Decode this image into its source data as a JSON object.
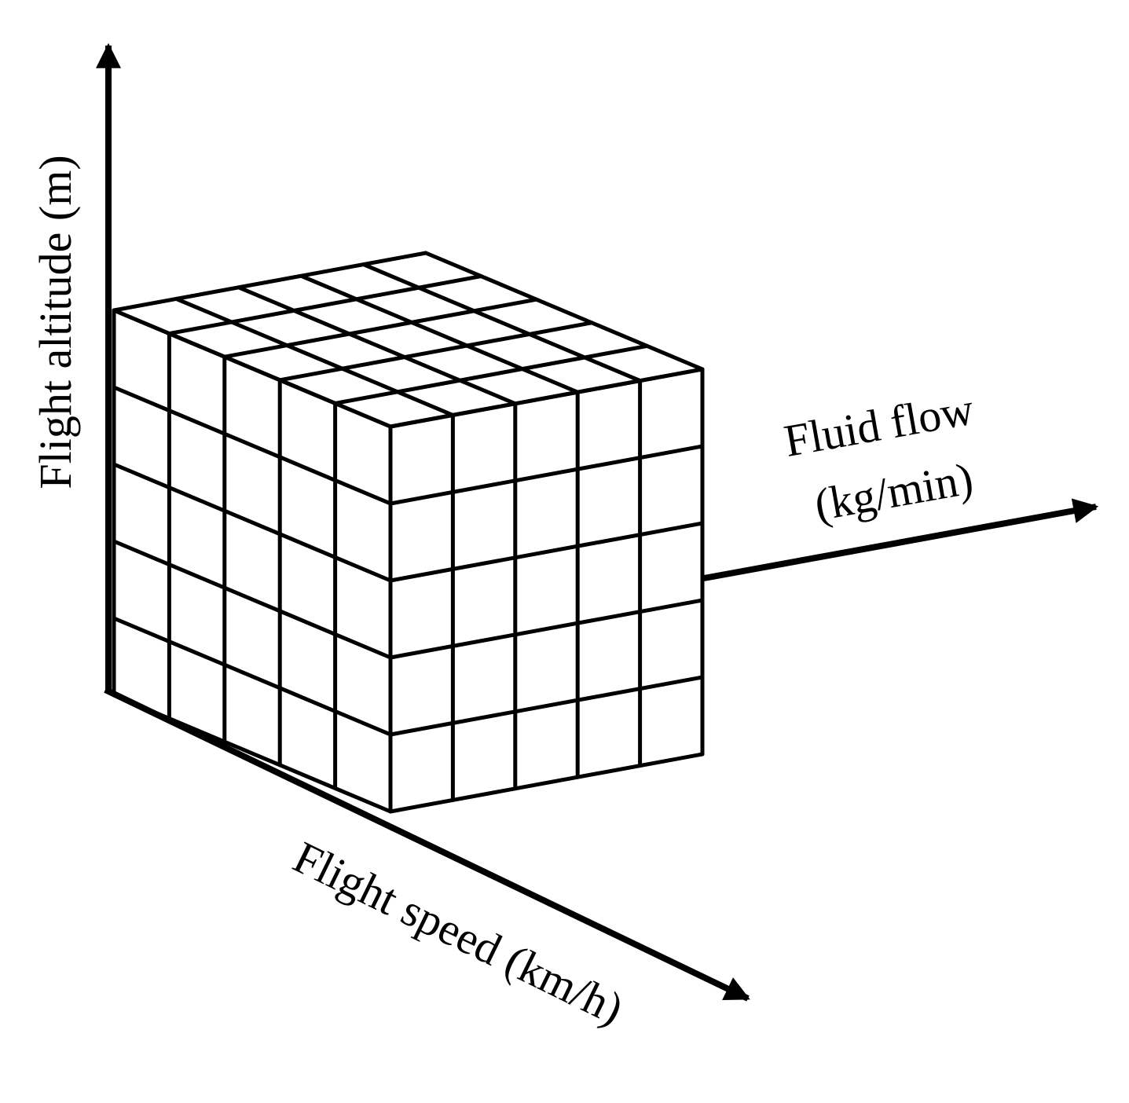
{
  "axes": {
    "altitude": {
      "label": "Flight altitude (m)"
    },
    "speed": {
      "label": "Flight speed (km/h)"
    },
    "flow": {
      "label_line1": "Fluid flow",
      "label_line2": "(kg/min)"
    }
  },
  "grid": {
    "divisions_per_edge": 5
  },
  "colors": {
    "stroke": "#000000",
    "background": "#ffffff"
  }
}
